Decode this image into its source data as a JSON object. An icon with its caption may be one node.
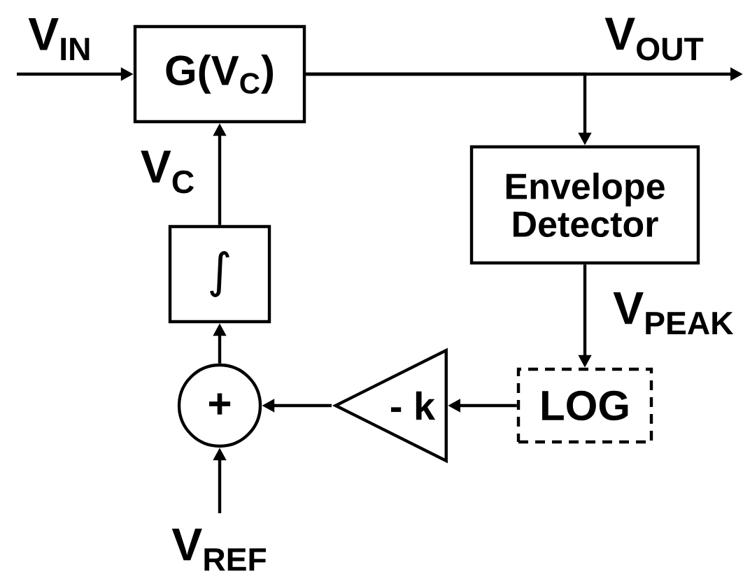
{
  "diagram": {
    "nodes": [
      {
        "text": [
          "G(V$_{C}$)"
        ]
      },
      {
        "text": [
          "Envelope Detector"
        ]
      },
      {
        "text": [
          "∫"
        ]
      },
      {
        "text": [
          "+"
        ]
      },
      {
        "text": [
          "- k"
        ]
      },
      {
        "text": [
          "LOG"
        ]
      }
    ],
    "edges": [
      {
        "from": null,
        "to": 0,
        "arrow": "to",
        "label": "V$_{IN}$"
      },
      {
        "from": 0,
        "to": null,
        "arrow": "to",
        "label": "V$_{OUT}$"
      },
      {
        "from": 0,
        "to": 1,
        "arrow": "to"
      },
      {
        "from": 1,
        "to": 5,
        "arrow": "to",
        "label": "V$_{PEAK}$"
      },
      {
        "from": 5,
        "to": 4,
        "arrow": "to"
      },
      {
        "from": 4,
        "to": 3,
        "arrow": "to"
      },
      {
        "from": null,
        "to": 3,
        "arrow": "to",
        "label": "V$_{REF}$"
      },
      {
        "from": 3,
        "to": 2,
        "arrow": "to"
      },
      {
        "from": 2,
        "to": 0,
        "arrow": "to",
        "label": "V$_{C}$"
      }
    ]
  }
}
